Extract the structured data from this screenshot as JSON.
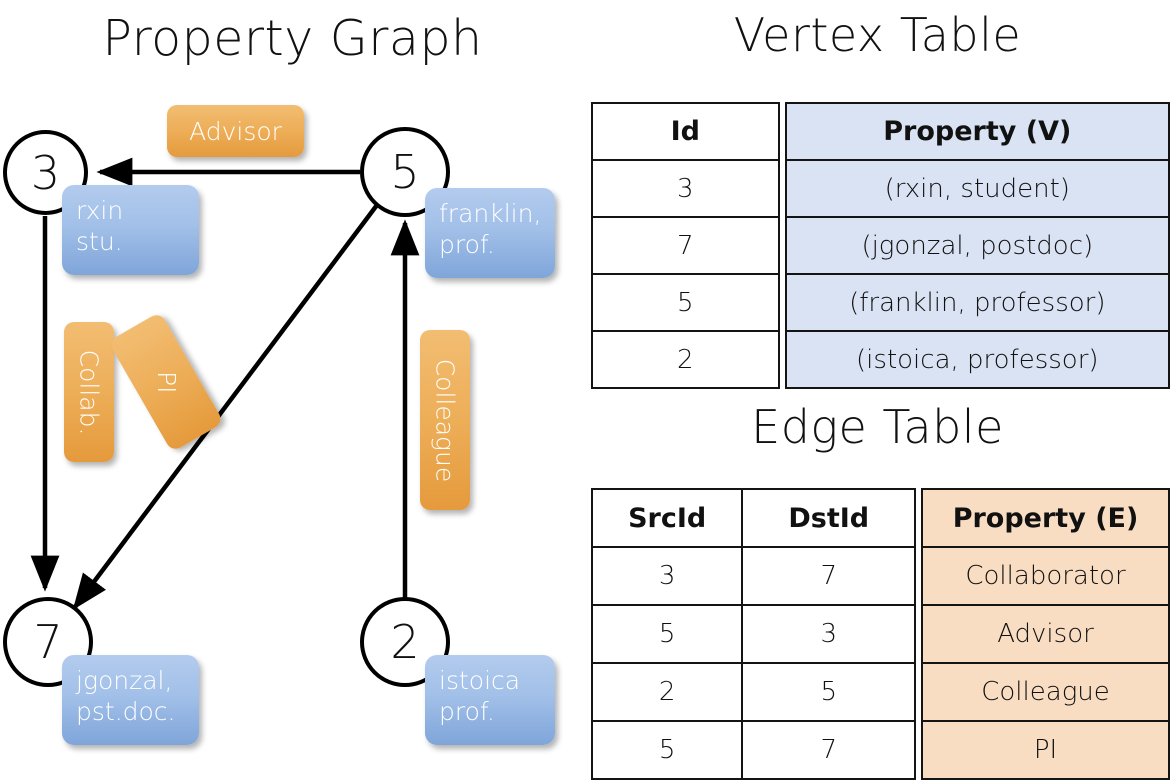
{
  "titles": {
    "property_graph": "Property Graph",
    "vertex_table": "Vertex Table",
    "edge_table": "Edge Table"
  },
  "colors": {
    "vertex_property_column": "#dae3f3",
    "edge_property_column": "#f8ddc3",
    "node_property_box": "#a2c0e8",
    "edge_label_chip": "#edae58",
    "stroke": "#141414"
  },
  "graph": {
    "nodes": [
      {
        "id": "3",
        "property_lines": [
          "rxin",
          "stu."
        ]
      },
      {
        "id": "5",
        "property_lines": [
          "franklin,",
          "prof."
        ]
      },
      {
        "id": "7",
        "property_lines": [
          "jgonzal,",
          "pst.doc."
        ]
      },
      {
        "id": "2",
        "property_lines": [
          "istoica",
          "prof."
        ]
      }
    ],
    "edge_labels": [
      {
        "name": "advisor",
        "text": "Advisor",
        "orientation": "horizontal"
      },
      {
        "name": "collab",
        "text": "Collab.",
        "orientation": "vertical"
      },
      {
        "name": "pi",
        "text": "PI",
        "orientation": "tilted"
      },
      {
        "name": "colleague",
        "text": "Colleague",
        "orientation": "vertical"
      }
    ],
    "edges": [
      {
        "from": "5",
        "to": "3",
        "label": "Advisor"
      },
      {
        "from": "3",
        "to": "7",
        "label": "Collab."
      },
      {
        "from": "5",
        "to": "7",
        "label": "PI"
      },
      {
        "from": "2",
        "to": "5",
        "label": "Colleague"
      }
    ]
  },
  "vertex_table": {
    "headers": [
      "Id",
      "Property (V)"
    ],
    "rows": [
      {
        "id": "3",
        "property": "(rxin, student)"
      },
      {
        "id": "7",
        "property": "(jgonzal, postdoc)"
      },
      {
        "id": "5",
        "property": "(franklin, professor)"
      },
      {
        "id": "2",
        "property": "(istoica, professor)"
      }
    ]
  },
  "edge_table": {
    "headers": [
      "SrcId",
      "DstId",
      "Property (E)"
    ],
    "rows": [
      {
        "src": "3",
        "dst": "7",
        "property": "Collaborator"
      },
      {
        "src": "5",
        "dst": "3",
        "property": "Advisor"
      },
      {
        "src": "2",
        "dst": "5",
        "property": "Colleague"
      },
      {
        "src": "5",
        "dst": "7",
        "property": "PI"
      }
    ]
  }
}
